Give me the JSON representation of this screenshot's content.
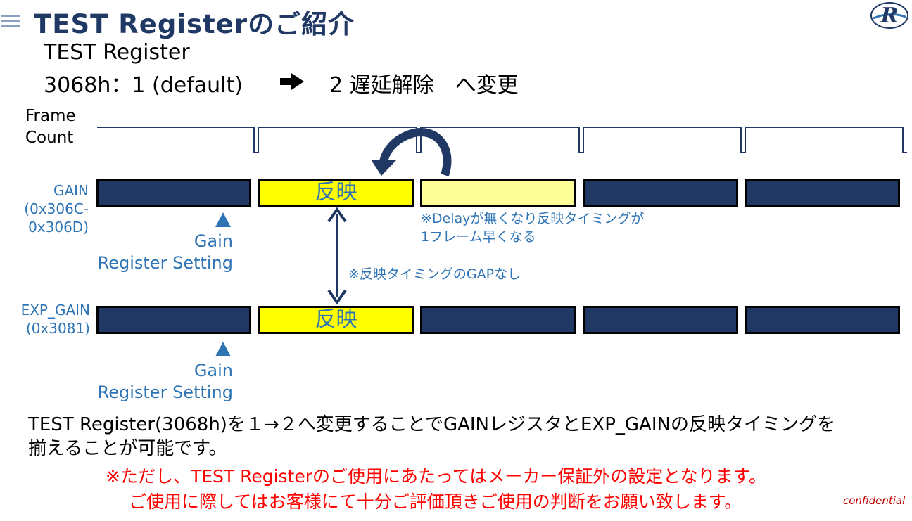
{
  "header": {
    "title": "TEST Registerのご紹介",
    "logo_letter": "R"
  },
  "subtitle": {
    "line1": "TEST Register",
    "line2_left": "3068h：1 (default)",
    "line2_right": "2 遅延解除　へ変更"
  },
  "timing": {
    "frame_label_1": "Frame",
    "frame_label_2": "Count",
    "gain_label_1": "GAIN",
    "gain_label_2": "(0x306C-",
    "gain_label_3": "0x306D)",
    "exp_label_1": "EXP_GAIN",
    "exp_label_2": "(0x3081)",
    "gain_box_text": "反映",
    "exp_box_text": "反映",
    "setting_1a": "Gain",
    "setting_1b": "Register Setting",
    "setting_2a": "Gain",
    "setting_2b": "Register Setting",
    "note_delay_1": "※Delayが無くなり反映タイミングが",
    "note_delay_2": "1フレーム早くなる",
    "note_gap": "※反映タイミングのGAPなし"
  },
  "body": {
    "line1": "TEST Register(3068h)を１→２へ変更することでGAINレジスタとEXP_GAINの反映タイミングを",
    "line2": "揃えることが可能です。"
  },
  "warning": {
    "line1": "※ただし、TEST Registerのご使用にあたってはメーカー保証外の設定となります。",
    "line2": "ご使用に際してはお客様にて十分ご評価頂きご使用の判断をお願い致します。"
  },
  "footer": {
    "confidential": "confidential"
  },
  "colors": {
    "navy": "#1f3864",
    "yellow": "#ffff00",
    "pale_yellow": "#ffff99",
    "blue_text": "#2e74b5",
    "red": "#ff0000",
    "title": "#1f3864"
  }
}
